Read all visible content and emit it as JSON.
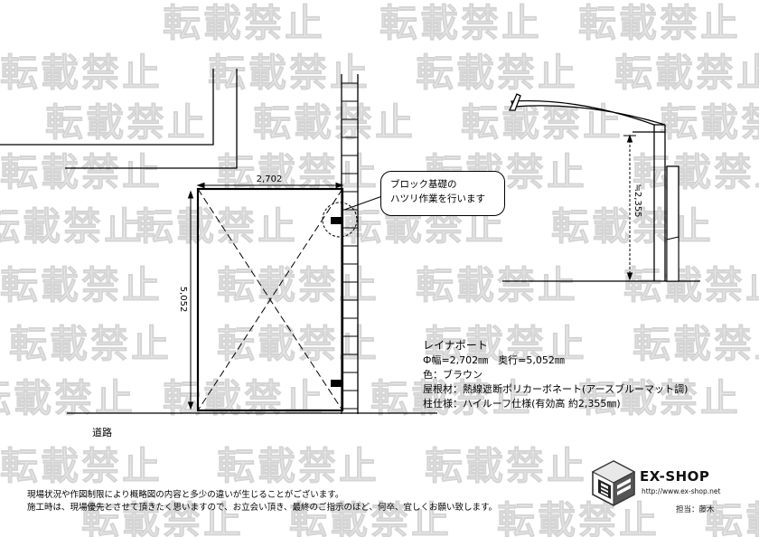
{
  "watermark": {
    "text": "転載禁止"
  },
  "dimensions": {
    "width": "2,702",
    "depth": "5,052",
    "height": "≒2,355"
  },
  "callout": {
    "line1": "ブロック基礎の",
    "line2": "ハツリ作業を行います"
  },
  "road_label": "道路",
  "spec": {
    "product": "レイナポート",
    "size": "Ф幅=2,702㎜　奥行=5,052㎜",
    "color": "色：ブラウン",
    "roof": "屋根材：熱線遮断ポリカーボネート(アースブルーマット調)",
    "pillar": "柱仕様：ハイルーフ仕様(有効高 約2,355㎜)"
  },
  "notes": {
    "line1": "現場状況や作図制限により概略図の内容と多少の違いが生じることがございます。",
    "line2": "施工時は、現場優先とさせて頂きたく思いますので、お立会い頂き、最終のご指示のほど、何卒、宜しくお願い致します。"
  },
  "brand": {
    "name": "EX-SHOP",
    "url": "http://www.ex-shop.net",
    "person": "担当：藤木"
  }
}
